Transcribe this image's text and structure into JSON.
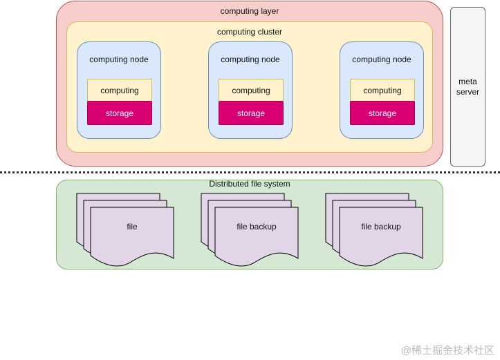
{
  "computing_layer": {
    "label": "computing layer"
  },
  "computing_cluster": {
    "label": "computing cluster"
  },
  "nodes": [
    {
      "title": "computing node",
      "compute_label": "computing",
      "storage_label": "storage"
    },
    {
      "title": "computing node",
      "compute_label": "computing",
      "storage_label": "storage"
    },
    {
      "title": "computing node",
      "compute_label": "computing",
      "storage_label": "storage"
    }
  ],
  "meta_server": {
    "label": "meta server"
  },
  "file_system": {
    "label": "Distributed file system",
    "documents": [
      {
        "label": "file"
      },
      {
        "label": "file backup"
      },
      {
        "label": "file backup"
      }
    ]
  },
  "watermark": "@稀土掘金技术社区",
  "colors": {
    "layer_fill": "#f8cecc",
    "layer_stroke": "#b85450",
    "cluster_fill": "#fff2cc",
    "cluster_stroke": "#d6b656",
    "node_fill": "#dae8fc",
    "node_stroke": "#6c8ebf",
    "storage_fill": "#d80073",
    "storage_stroke": "#a50040",
    "meta_fill": "#f5f5f5",
    "meta_stroke": "#666666",
    "fs_fill": "#d5e8d4",
    "fs_stroke": "#82b366",
    "doc_fill": "#e1d5e7",
    "doc_stroke": "#000000"
  }
}
